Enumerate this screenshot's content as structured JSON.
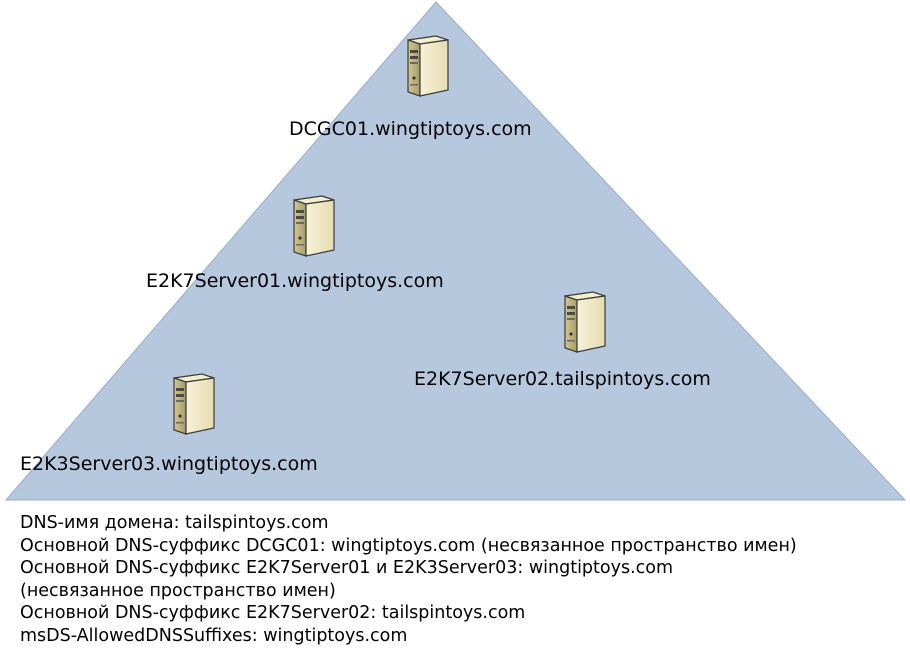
{
  "colors": {
    "triangle_fill": "#b6c8de",
    "triangle_stroke": "#97aec8",
    "server_body": "#efe8c5",
    "server_side": "#c9bf8c",
    "server_outline": "#3a3a3a"
  },
  "servers": [
    {
      "label": "DCGC01.wingtiptoys.com",
      "icon": "server-icon"
    },
    {
      "label": "E2K7Server01.wingtiptoys.com",
      "icon": "server-icon"
    },
    {
      "label": "E2K7Server02.tailspintoys.com",
      "icon": "server-icon"
    },
    {
      "label": "E2K3Server03.wingtiptoys.com",
      "icon": "server-icon"
    }
  ],
  "notes": [
    "DNS-имя домена: tailspintoys.com",
    "Основной DNS-суффикс DCGC01: wingtiptoys.com (несвязанное пространство имен)",
    "Основной DNS-суффикс E2K7Server01 и E2K3Server03: wingtiptoys.com",
    "(несвязанное пространство имен)",
    "Основной DNS-суффикс E2K7Server02: tailspintoys.com",
    "msDS-AllowedDNSSuffixes: wingtiptoys.com"
  ]
}
